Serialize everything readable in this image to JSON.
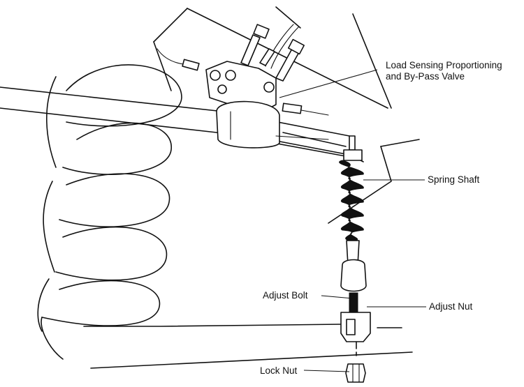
{
  "labels": {
    "valve_line1": "Load Sensing Proportioning",
    "valve_line2": "and By-Pass Valve",
    "spring_shaft": "Spring Shaft",
    "adjust_bolt": "Adjust Bolt",
    "adjust_nut": "Adjust Nut",
    "lock_nut": "Lock Nut"
  },
  "colors": {
    "ink": "#111111",
    "paper": "#ffffff"
  }
}
